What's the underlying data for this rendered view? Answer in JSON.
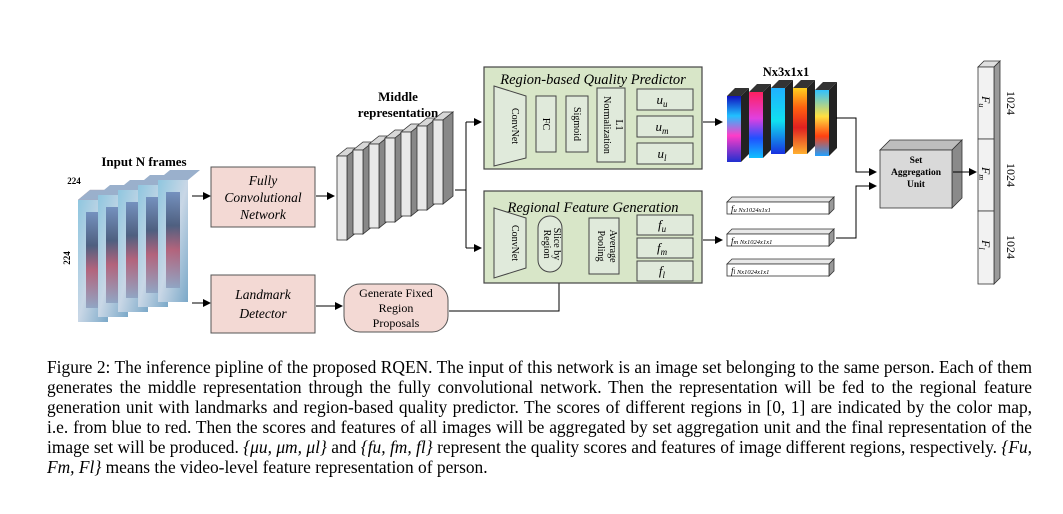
{
  "input": {
    "title": "Input N frames",
    "width_label": "224",
    "height_label": "224"
  },
  "fcn": {
    "line1": "Fully",
    "line2": "Convolutional",
    "line3": "Network"
  },
  "middle": {
    "line1": "Middle",
    "line2": "representation"
  },
  "landmark": {
    "line1": "Landmark",
    "line2": "Detector"
  },
  "proposals": {
    "line1": "Generate Fixed",
    "line2": "Region",
    "line3": "Proposals"
  },
  "rqp": {
    "title": "Region-based Quality Predictor",
    "convnet": "ConvNet",
    "fc": "FC",
    "sigmoid": "Sigmoid",
    "l1_line1": "L1",
    "l1_line2": "Normalization",
    "u_u": "u",
    "u_u_sub": "u",
    "u_m": "u",
    "u_m_sub": "m",
    "u_l": "u",
    "u_l_sub": "l"
  },
  "rfg": {
    "title": "Regional Feature Generation",
    "convnet": "ConvNet",
    "slice_line1": "Slice by",
    "slice_line2": "Region",
    "pool_line1": "Average",
    "pool_line2": "Pooling",
    "f_u": "f",
    "f_u_sub": "u",
    "f_m": "f",
    "f_m_sub": "m",
    "f_l": "f",
    "f_l_sub": "l"
  },
  "score_maps": {
    "label": "Nx3x1x1"
  },
  "features": {
    "fu": {
      "main": "f",
      "sub": "u Nx1024x1x1"
    },
    "fm": {
      "main": "f",
      "sub": "m Nx1024x1x1"
    },
    "fl": {
      "main": "f",
      "sub": "l Nx1024x1x1"
    }
  },
  "set_agg": {
    "line1": "Set",
    "line2": "Aggregation",
    "line3": "Unit"
  },
  "outputs": {
    "Fu": {
      "main": "F",
      "sub": "u",
      "dim": "1024"
    },
    "Fm": {
      "main": "F",
      "sub": "m",
      "dim": "1024"
    },
    "Fl": {
      "main": "F",
      "sub": "l",
      "dim": "1024"
    }
  },
  "caption": {
    "p1": "Figure 2: The inference pipline of the proposed RQEN. The input of this network is an image set belonging to the same person. Each of them generates the middle representation through the fully convolutional network. Then the representation will be fed to the regional feature generation unit with landmarks and region-based quality predictor. The scores of different regions in ",
    "interval": "[0, 1]",
    "p2": " are indicated by the color map, i.e. from blue to red. Then the scores and features of all images will be aggregated by set aggregation unit and the final representation of the image set will be produced. ",
    "mu_set": "{μu, μm, μl}",
    "p3": " and ",
    "f_set": "{fu, fm, fl}",
    "p4": " represent the quality scores and features of image different regions, respectively. ",
    "F_set": "{Fu, Fm, Fl}",
    "p5": " means the video-level feature representation of person."
  }
}
